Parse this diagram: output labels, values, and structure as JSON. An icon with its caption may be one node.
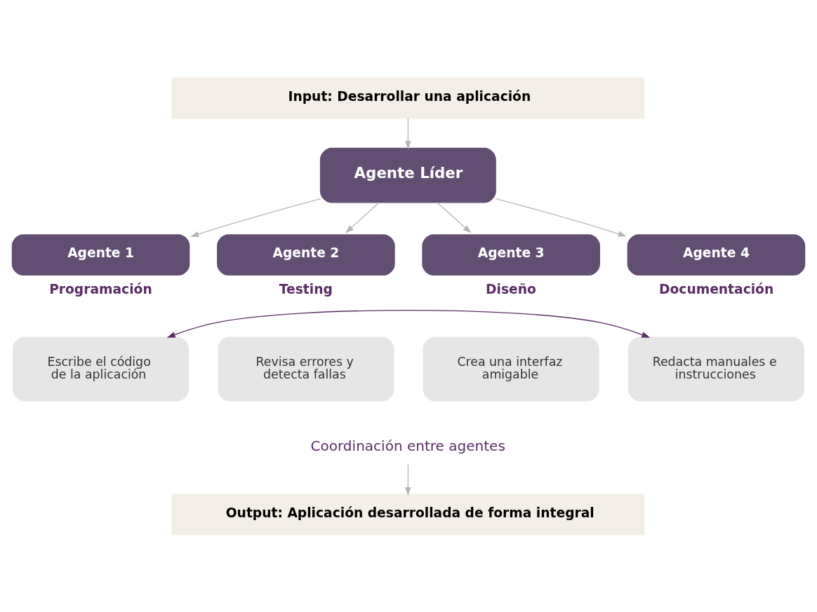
{
  "diagram": {
    "nodes": [
      {
        "text": [
          "Input: Desarrollar una aplicación"
        ]
      },
      {
        "text": [
          "Agente Líder"
        ]
      },
      {
        "text": [
          "Agente 1"
        ],
        "beside": [
          "Programación"
        ]
      },
      {
        "text": [
          "Agente 2"
        ],
        "beside": [
          "Testing"
        ]
      },
      {
        "text": [
          "Agente 3"
        ],
        "beside": [
          "Diseño"
        ]
      },
      {
        "text": [
          "Agente 4"
        ],
        "beside": [
          "Documentación"
        ]
      },
      {
        "text": [
          "Escribe el código de la aplicación"
        ]
      },
      {
        "text": [
          "Revisa errores y detecta fallas"
        ]
      },
      {
        "text": [
          "Crea una interfaz amigable"
        ]
      },
      {
        "text": [
          "Redacta manuales e instrucciones"
        ]
      },
      {
        "text": [
          "Coordinación entre agentes"
        ]
      },
      {
        "text": [
          "Output: Aplicación desarrollada de forma integral"
        ]
      }
    ],
    "edges": [
      {
        "from": 0,
        "to": 1,
        "arrow": "to"
      },
      {
        "from": 1,
        "to": 2,
        "arrow": "to"
      },
      {
        "from": 1,
        "to": 3,
        "arrow": "to"
      },
      {
        "from": 1,
        "to": 4,
        "arrow": "to"
      },
      {
        "from": 1,
        "to": 5,
        "arrow": "to"
      },
      {
        "from": 6,
        "to": 9,
        "arrow": "both",
        "color": "#5a2d64"
      },
      {
        "from": 10,
        "to": 11,
        "arrow": "to"
      }
    ]
  }
}
